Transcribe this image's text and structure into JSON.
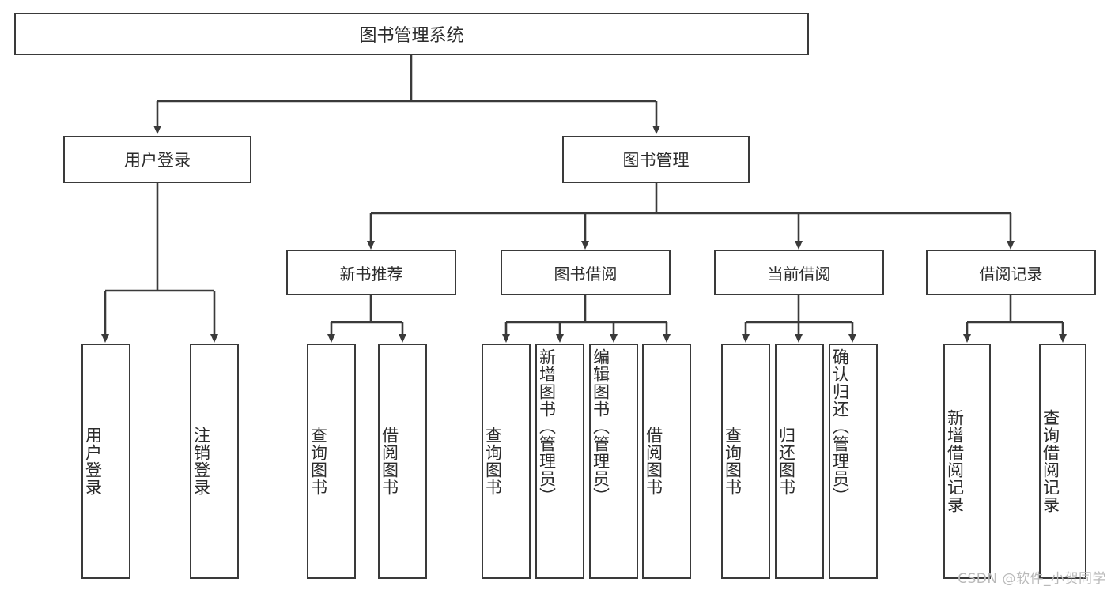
{
  "diagram": {
    "type": "tree",
    "title": "图书管理系统",
    "root": {
      "id": "root",
      "label": "图书管理系统"
    },
    "level2": [
      {
        "id": "user-login",
        "label": "用户登录"
      },
      {
        "id": "book-manage",
        "label": "图书管理"
      }
    ],
    "level3": [
      {
        "id": "new-book-rec",
        "label": "新书推荐",
        "parent": "book-manage"
      },
      {
        "id": "book-borrow",
        "label": "图书借阅",
        "parent": "book-manage"
      },
      {
        "id": "current-borrow",
        "label": "当前借阅",
        "parent": "book-manage"
      },
      {
        "id": "borrow-record",
        "label": "借阅记录",
        "parent": "book-manage"
      }
    ],
    "leaves": [
      {
        "id": "leaf-user-login",
        "label": "用户登录",
        "parent": "user-login"
      },
      {
        "id": "leaf-logout",
        "label": "注销登录",
        "parent": "user-login"
      },
      {
        "id": "leaf-query-book-1",
        "label": "查询图书",
        "parent": "new-book-rec"
      },
      {
        "id": "leaf-borrow-book-1",
        "label": "借阅图书",
        "parent": "new-book-rec"
      },
      {
        "id": "leaf-query-book-2",
        "label": "查询图书",
        "parent": "book-borrow"
      },
      {
        "id": "leaf-add-book",
        "label": "新增图书（管理员）",
        "parent": "book-borrow"
      },
      {
        "id": "leaf-edit-book",
        "label": "编辑图书（管理员）",
        "parent": "book-borrow"
      },
      {
        "id": "leaf-borrow-book-2",
        "label": "借阅图书",
        "parent": "book-borrow"
      },
      {
        "id": "leaf-query-book-3",
        "label": "查询图书",
        "parent": "current-borrow"
      },
      {
        "id": "leaf-return-book",
        "label": "归还图书",
        "parent": "current-borrow"
      },
      {
        "id": "leaf-confirm-return",
        "label": "确认归还（管理员）",
        "parent": "current-borrow"
      },
      {
        "id": "leaf-add-record",
        "label": "新增借阅记录",
        "parent": "borrow-record"
      },
      {
        "id": "leaf-query-record",
        "label": "查询借阅记录",
        "parent": "borrow-record"
      }
    ]
  },
  "watermark": {
    "text": "CSDN @软件_小贺同学"
  },
  "colors": {
    "border": "#3a3a3a",
    "text": "#2b2b2b",
    "background": "#ffffff",
    "connector": "#3a3a3a",
    "watermark": "#b9b9b9"
  }
}
